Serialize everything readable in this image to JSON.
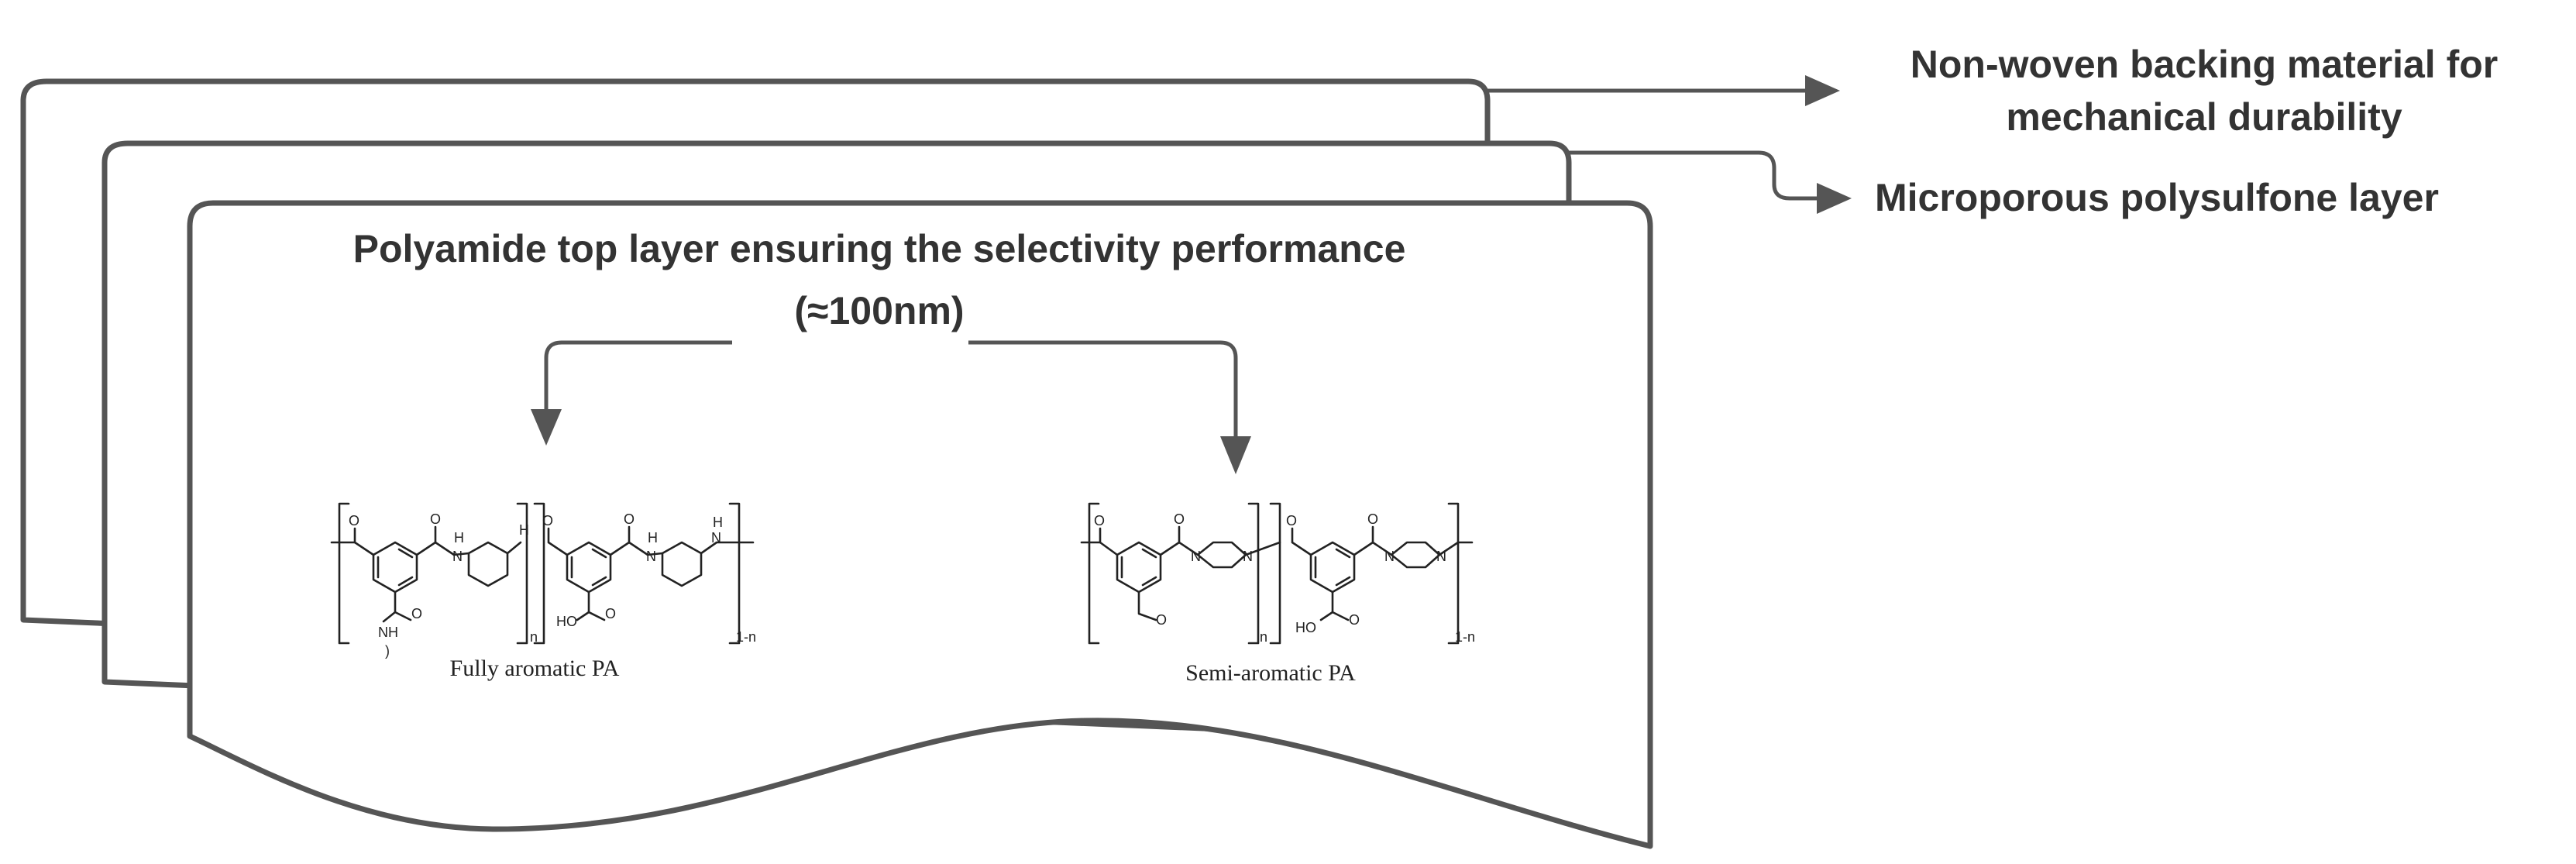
{
  "labels": {
    "backing": [
      "Non-woven backing material for",
      "mechanical durability"
    ],
    "support": "Microporous polysulfone layer",
    "top_layer": [
      "Polyamide top layer ensuring the selectivity performance",
      "(≈100nm)"
    ]
  },
  "structures": {
    "fully_aromatic": {
      "caption": "Fully aromatic PA",
      "atoms": {
        "o": "O",
        "h": "H",
        "n": "N",
        "nh": "NH",
        "ho": "HO",
        "close_paren": ")"
      },
      "subscripts": {
        "n": "n",
        "one_minus_n": "1-n"
      }
    },
    "semi_aromatic": {
      "caption": "Semi-aromatic PA",
      "atoms": {
        "o": "O",
        "n": "N",
        "ho": "HO"
      },
      "subscripts": {
        "n": "n",
        "one_minus_n": "1-n"
      }
    }
  },
  "colors": {
    "outline": "#555555",
    "label_text": "#333333",
    "chem_ink": "#222222"
  }
}
